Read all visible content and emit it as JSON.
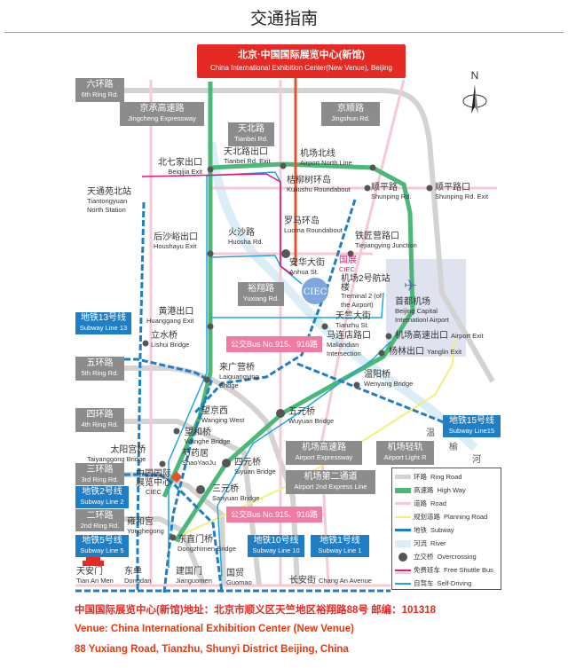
{
  "page_title": "交通指南",
  "banner": {
    "zh": "北京·中国国际展览中心(新馆)",
    "en": "China International Exhibition Center(New Venue), Beijing"
  },
  "compass": {
    "label": "N"
  },
  "road_labels": [
    {
      "zh": "六环路",
      "en": "6th Ring Rd."
    },
    {
      "zh": "京承高速路",
      "en": "Jingcheng Expressway"
    },
    {
      "zh": "天北路",
      "en": "Tianbei Rd."
    },
    {
      "zh": "京顺路",
      "en": "Jingshun Rd."
    },
    {
      "zh": "裕翔路",
      "en": "Yuxiang Rd."
    },
    {
      "zh": "五环路",
      "en": "5th Ring Rd."
    },
    {
      "zh": "四环路",
      "en": "4th Ring Rd."
    },
    {
      "zh": "三环路",
      "en": "3rd Ring Rd."
    },
    {
      "zh": "二环路",
      "en": "2nd Ring Rd."
    },
    {
      "zh": "机场高速路",
      "en": "Airport Expressway"
    },
    {
      "zh": "机场轻轨",
      "en": "Airport Light R"
    },
    {
      "zh": "机场第二通道",
      "en": "Airport 2nd Express Line"
    }
  ],
  "subway_labels": [
    {
      "zh": "地铁13号线",
      "en": "Subway Line 13"
    },
    {
      "zh": "地铁2号线",
      "en": "Subway Line 2"
    },
    {
      "zh": "地铁5号线",
      "en": "Subway Line 5"
    },
    {
      "zh": "地铁10号线",
      "en": "Subway Line 10"
    },
    {
      "zh": "地铁1号线",
      "en": "Subway Line 1"
    },
    {
      "zh": "地铁15号线",
      "en": "Subway Line15"
    }
  ],
  "bus_labels": [
    "公交Bus No.915、916路",
    "公交Bus No.915、916路"
  ],
  "places": [
    {
      "zh": "北七家出口",
      "en": "Beiqijia Exit"
    },
    {
      "zh": "天北路出口",
      "en": "Tianbei Rd. Exit"
    },
    {
      "zh": "机场北线",
      "en": "Airport North Line"
    },
    {
      "zh": "桔柳树环岛",
      "en": "Kuliushu Roundabout"
    },
    {
      "zh": "顺平路",
      "en": "Shunping Rd."
    },
    {
      "zh": "顺平路口",
      "en": "Shunping Rd. Exit"
    },
    {
      "zh": "天通苑北站",
      "en": "Tiantongyuan North Station"
    },
    {
      "zh": "后沙峪出口",
      "en": "Houshayu Exit"
    },
    {
      "zh": "火沙路",
      "en": "Huosha Rd."
    },
    {
      "zh": "罗马环岛",
      "en": "Luoma Roundabout"
    },
    {
      "zh": "铁匠营路口",
      "en": "Tiejiangying Junction"
    },
    {
      "zh": "安华大街",
      "en": "Anhua St."
    },
    {
      "zh": "国展",
      "en": "CIEC"
    },
    {
      "zh": "机场2号航站楼",
      "en": "Treminal 2 (of the Airport)"
    },
    {
      "zh": "首都机场",
      "en": "Beijing Capital Internationl Airport"
    },
    {
      "zh": "黄港出口",
      "en": "Huanggang Exit"
    },
    {
      "zh": "天竺大街",
      "en": "Tianzhu St."
    },
    {
      "zh": "立水桥",
      "en": "Lishui Bridge"
    },
    {
      "zh": "马连店路口",
      "en": "Maliandian Intersection"
    },
    {
      "zh": "机场高速出口",
      "en": "Airport Exit"
    },
    {
      "zh": "杨林出口",
      "en": "Yanglin Exit"
    },
    {
      "zh": "来广营桥",
      "en": "Laiguangying Bridge"
    },
    {
      "zh": "温阳桥",
      "en": "Wenyang Bridge"
    },
    {
      "zh": "望京西",
      "en": "Wanging West"
    },
    {
      "zh": "五元桥",
      "en": "Wuyuan Bridge"
    },
    {
      "zh": "望和桥",
      "en": "Wanghe Bridge"
    },
    {
      "zh": "太阳宫桥",
      "en": "Taiyanggong Bridge"
    },
    {
      "zh": "芍药居",
      "en": "ShaoYaoJu"
    },
    {
      "zh": "四元桥",
      "en": "Siyuan Bridge"
    },
    {
      "zh": "中国国际展览中心",
      "en": "CIEC"
    },
    {
      "zh": "三元桥",
      "en": "Sanyuan Bridge"
    },
    {
      "zh": "雍和宫",
      "en": "Yonghegong"
    },
    {
      "zh": "东直门桥",
      "en": "Dongzhimen Bridge"
    },
    {
      "zh": "天安门",
      "en": "Tian An Men"
    },
    {
      "zh": "东单",
      "en": "Dongdan"
    },
    {
      "zh": "建国门",
      "en": "Jianguomen"
    },
    {
      "zh": "国贸",
      "en": "Guomao"
    },
    {
      "zh": "长安街",
      "en": "Chang An Avenue"
    }
  ],
  "ciec_logo": "CIEC",
  "river": [
    "温",
    "榆",
    "河"
  ],
  "legend": [
    {
      "zh": "环路",
      "en": "Ring Road",
      "color": "#d3d3d3"
    },
    {
      "zh": "高速路",
      "en": "High Way",
      "color": "#4cb878"
    },
    {
      "zh": "道路",
      "en": "Road",
      "color": "#f6c9d6"
    },
    {
      "zh": "规划道路",
      "en": "Planning Road",
      "color": "#f3ef7a"
    },
    {
      "zh": "地铁",
      "en": "Subway",
      "color": "#1f7ec4"
    },
    {
      "zh": "河流",
      "en": "River",
      "color": "#dbeef7"
    },
    {
      "zh": "立交桥",
      "en": "Overcrossing",
      "color": "#555555"
    },
    {
      "zh": "免费班车",
      "en": "Free Shuttle Bus",
      "color": "#e5157a"
    },
    {
      "zh": "自驾车",
      "en": "Self-Driving",
      "color": "#22a6e0"
    }
  ],
  "address": {
    "zh": "中国国际展览中心(新馆)地址：北京市顺义区天竺地区裕翔路88号   邮编：101318",
    "en1": "Venue: China International Exhibition Center (New Venue)",
    "en2": "88 Yuxiang Road, Tianzhu, Shunyi District Beijing, China"
  }
}
